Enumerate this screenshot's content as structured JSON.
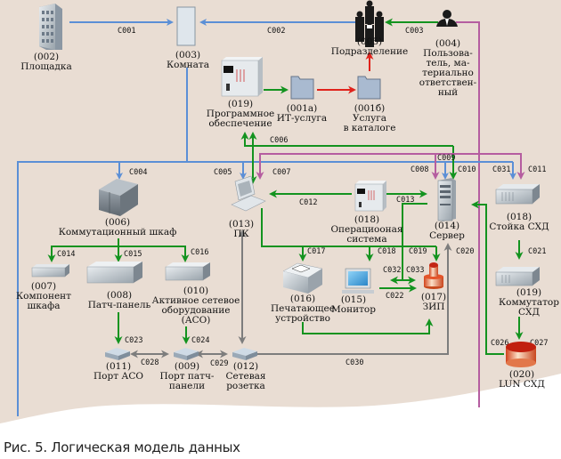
{
  "caption": "Рис. 5. Логическая модель данных",
  "colors": {
    "background": "#e9ddd3",
    "blue": "#5b8fd6",
    "green": "#13931f",
    "red": "#e0221b",
    "purple": "#b55da0",
    "gray": "#7d7d7d"
  },
  "nodes": [
    {
      "id": "002",
      "name": "Площадка",
      "icon": "building-icon"
    },
    {
      "id": "003",
      "name": "Комната",
      "icon": "room-icon"
    },
    {
      "id": "005",
      "name": "Подразделение",
      "icon": "group-icon"
    },
    {
      "id": "004",
      "name": "Пользова-|тель, ма-|териально|ответствен-|ный",
      "icon": "user-icon"
    },
    {
      "id": "019",
      "name": "Программное|обеспечение",
      "icon": "software-icon"
    },
    {
      "id": "001а",
      "name": "ИТ-услуга",
      "icon": "folder-icon"
    },
    {
      "id": "001б",
      "name": "Услуга|в каталоге",
      "icon": "folder-icon"
    },
    {
      "id": "006",
      "name": "Коммутационный шкаф",
      "icon": "cabinet-icon"
    },
    {
      "id": "013",
      "name": "ПК",
      "icon": "pc-icon"
    },
    {
      "id": "018",
      "name": "Операциооная|система",
      "icon": "os-icon"
    },
    {
      "id": "014",
      "name": "Сервер",
      "icon": "server-icon"
    },
    {
      "id": "018",
      "name": "Стойка СХД",
      "icon": "storage-rack-icon"
    },
    {
      "id": "007",
      "name": "Компонент|шкафа",
      "icon": "device-icon"
    },
    {
      "id": "008",
      "name": "Патч-панель",
      "icon": "device-icon"
    },
    {
      "id": "010",
      "name": "Активное сетевое|оборудование|(АСО)",
      "icon": "device-icon"
    },
    {
      "id": "016",
      "name": "Печатающее|устройство",
      "icon": "printer-icon"
    },
    {
      "id": "015",
      "name": "Монитор",
      "icon": "monitor-icon"
    },
    {
      "id": "017",
      "name": "ЗИП",
      "icon": "spare-parts-icon"
    },
    {
      "id": "019",
      "name": "Коммутатор|СХД",
      "icon": "storage-switch-icon"
    },
    {
      "id": "020",
      "name": "LUN СХД",
      "icon": "database-icon"
    },
    {
      "id": "011",
      "name": "Порт АСО",
      "icon": "port-icon"
    },
    {
      "id": "009",
      "name": "Порт патч-|панели",
      "icon": "port-icon"
    },
    {
      "id": "012",
      "name": "Сетевая|розетка",
      "icon": "port-icon"
    }
  ],
  "connections": [
    "C001",
    "C002",
    "C003",
    "C004",
    "C005",
    "C006",
    "C007",
    "C008",
    "C009",
    "C010",
    "C011",
    "C012",
    "C013",
    "C014",
    "C015",
    "C016",
    "C017",
    "C018",
    "C019",
    "C020",
    "C021",
    "C022",
    "C023",
    "C024",
    "C026",
    "C027",
    "C028",
    "C029",
    "C030",
    "C031",
    "C032",
    "C033"
  ]
}
